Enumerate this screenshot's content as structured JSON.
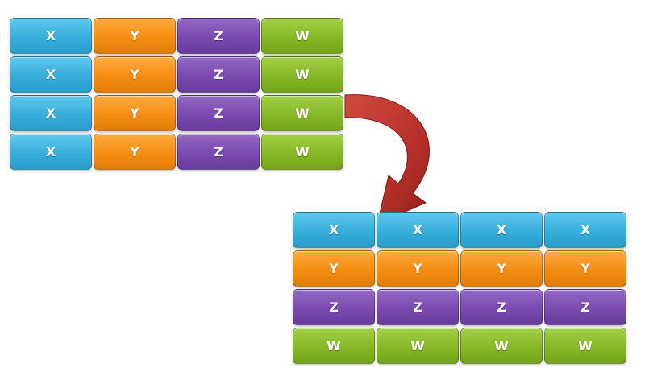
{
  "source_grid": {
    "rows": [
      [
        "X",
        "Y",
        "Z",
        "W"
      ],
      [
        "X",
        "Y",
        "Z",
        "W"
      ],
      [
        "X",
        "Y",
        "Z",
        "W"
      ],
      [
        "X",
        "Y",
        "Z",
        "W"
      ]
    ]
  },
  "target_grid": {
    "rows": [
      [
        "X",
        "X",
        "X",
        "X"
      ],
      [
        "Y",
        "Y",
        "Y",
        "Y"
      ],
      [
        "Z",
        "Z",
        "Z",
        "Z"
      ],
      [
        "W",
        "W",
        "W",
        "W"
      ]
    ]
  },
  "colors": {
    "X": "#37aedc",
    "Y": "#f58d12",
    "Z": "#7a4aae",
    "W": "#86b826",
    "arrow": "#b8302a"
  }
}
